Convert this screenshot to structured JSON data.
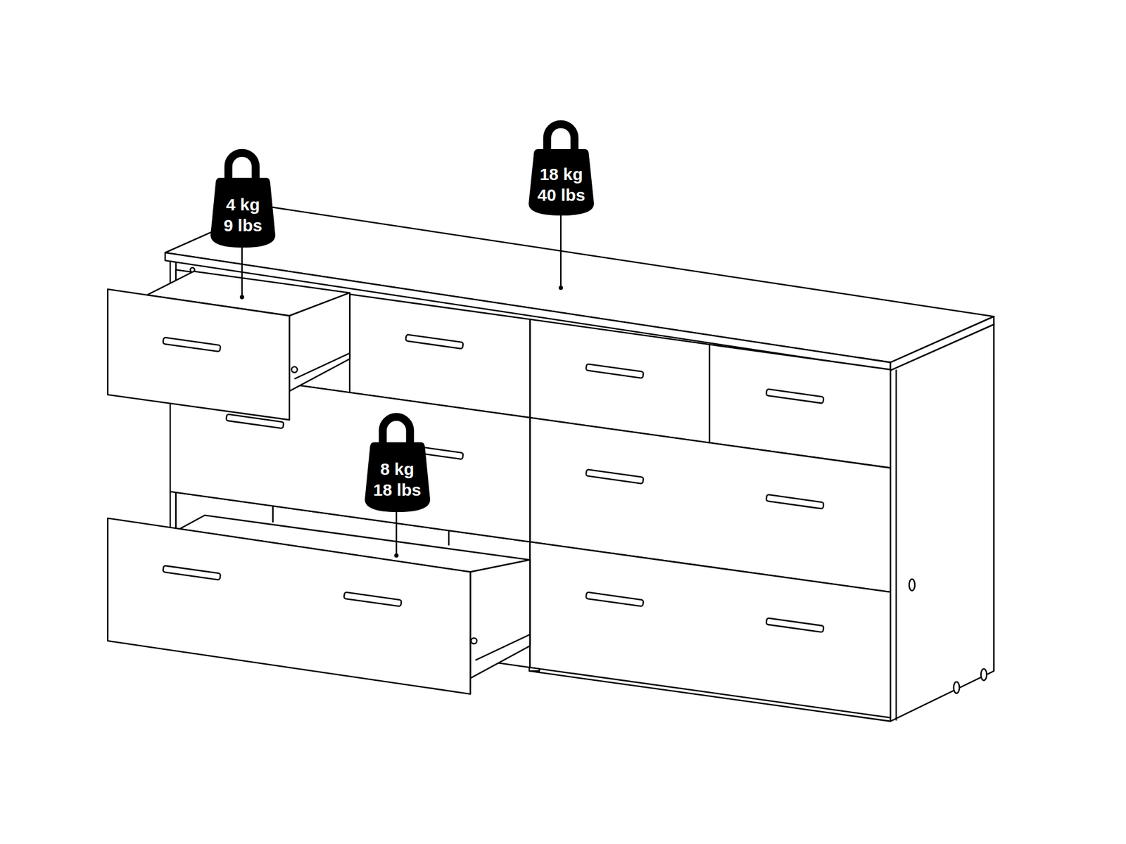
{
  "diagram": {
    "nodes": [
      {
        "text": [
          "4 kg",
          "9 lbs"
        ]
      },
      {
        "text": [
          "18 kg",
          "40 lbs"
        ]
      },
      {
        "text": [
          "8 kg",
          "18 lbs"
        ]
      }
    ]
  }
}
